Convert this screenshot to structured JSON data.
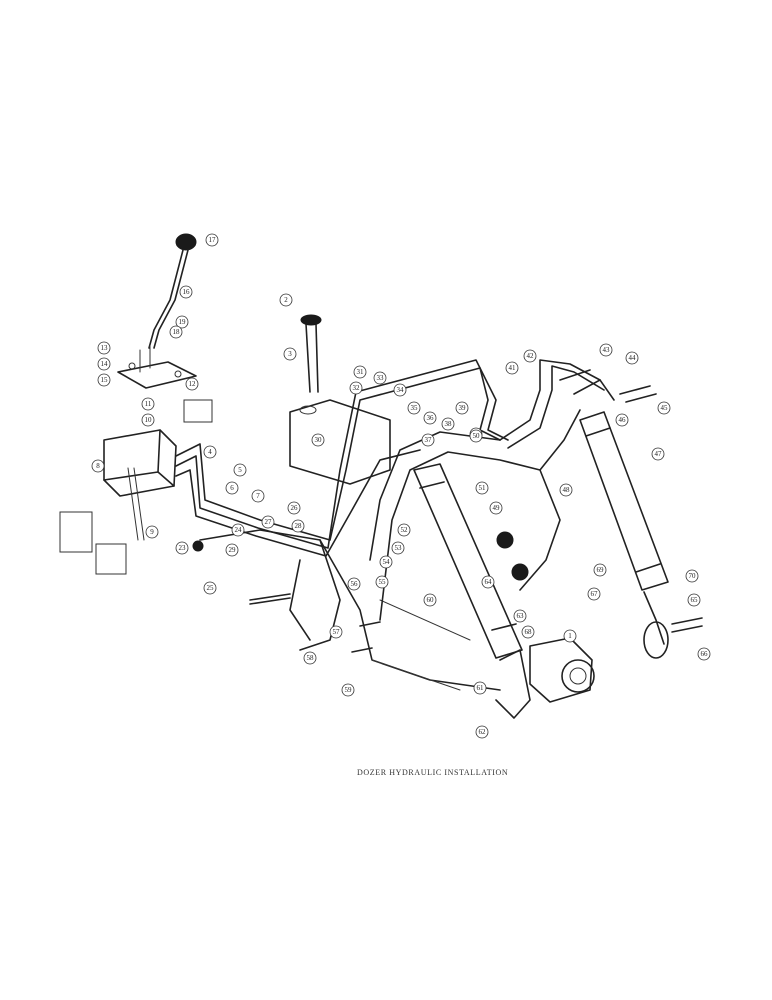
{
  "caption": "DOZER HYDRAULIC INSTALLATION",
  "callouts": [
    "17",
    "16",
    "19",
    "18",
    "13",
    "14",
    "15",
    "12",
    "11",
    "10",
    "8",
    "5",
    "6",
    "7",
    "9",
    "4",
    "3",
    "2",
    "1",
    "25",
    "23",
    "24",
    "27",
    "26",
    "28",
    "29",
    "30",
    "31",
    "32",
    "33",
    "34",
    "35",
    "36",
    "37",
    "38",
    "39",
    "40",
    "41",
    "42",
    "43",
    "44",
    "45",
    "46",
    "47",
    "48",
    "49",
    "50",
    "51",
    "52",
    "53",
    "54",
    "55",
    "56",
    "57",
    "58",
    "59",
    "60",
    "61",
    "62",
    "63",
    "64",
    "65",
    "66",
    "67",
    "68",
    "69",
    "70"
  ]
}
